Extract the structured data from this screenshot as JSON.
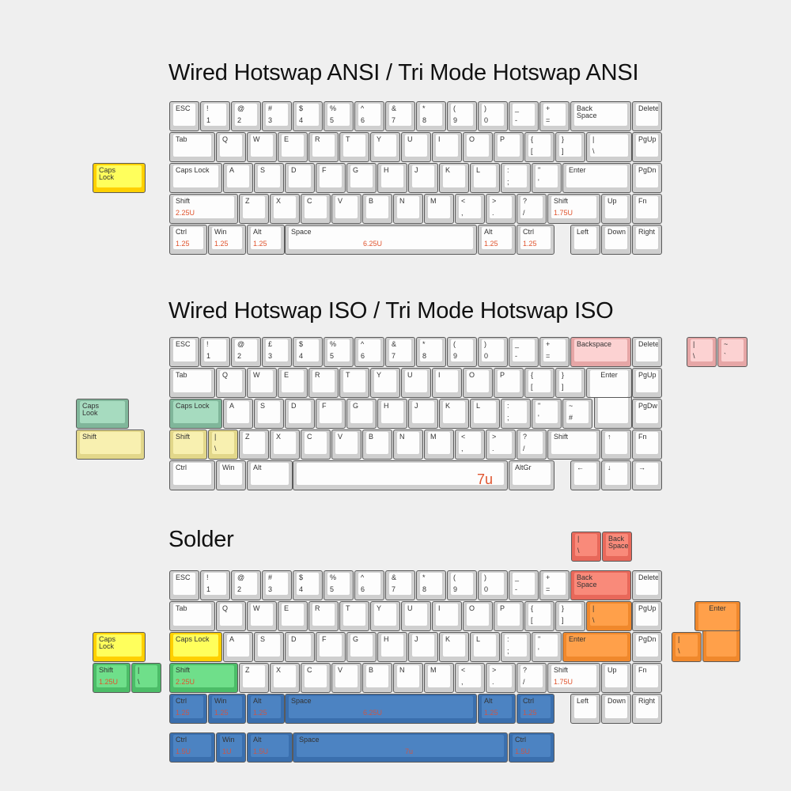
{
  "colors": {
    "white": [
      "#cfcfcf",
      "#fdfdfd"
    ],
    "yellow": [
      "#ffd000",
      "#ffff5c"
    ],
    "mint": [
      "#80b69a",
      "#a6dbbf"
    ],
    "paleyellow": [
      "#e2d78a",
      "#f8f0b0"
    ],
    "pink": [
      "#e6a6a6",
      "#fcd2d2"
    ],
    "salmon": [
      "#e8685a",
      "#f98a7a"
    ],
    "orange": [
      "#f0882c",
      "#ffa04a"
    ],
    "green": [
      "#4cbd68",
      "#6fdf8a"
    ],
    "blue": [
      "#3a6fae",
      "#4c83c2"
    ],
    "size_label": "#e0552f"
  },
  "keyboards": [
    {
      "title": "Wired Hotswap ANSI / Tri Mode Hotswap ANSI",
      "rows": [
        {
          "keys": [
            {
              "t": "ESC"
            },
            {
              "t": "!",
              "b": "1"
            },
            {
              "t": "@",
              "b": "2"
            },
            {
              "t": "#",
              "b": "3"
            },
            {
              "t": "$",
              "b": "4"
            },
            {
              "t": "%",
              "b": "5"
            },
            {
              "t": "^",
              "b": "6"
            },
            {
              "t": "&",
              "b": "7"
            },
            {
              "t": "*",
              "b": "8"
            },
            {
              "t": "(",
              "b": "9"
            },
            {
              "t": ")",
              "b": "0"
            },
            {
              "t": "_",
              "b": "-"
            },
            {
              "t": "+",
              "b": "="
            },
            {
              "t": "Back\nSpace",
              "u": 2
            },
            {
              "t": "Delete"
            }
          ]
        },
        {
          "keys": [
            {
              "t": "Tab",
              "u": 1.5
            },
            {
              "t": "Q"
            },
            {
              "t": "W"
            },
            {
              "t": "E"
            },
            {
              "t": "R"
            },
            {
              "t": "T"
            },
            {
              "t": "Y"
            },
            {
              "t": "U"
            },
            {
              "t": "I"
            },
            {
              "t": "O"
            },
            {
              "t": "P"
            },
            {
              "t": "{",
              "b": "["
            },
            {
              "t": "}",
              "b": "]"
            },
            {
              "t": "|",
              "b": "\\",
              "u": 1.5
            },
            {
              "t": "PgUp"
            }
          ]
        },
        {
          "keys": [
            {
              "t": "Caps Lock",
              "u": 1.75
            },
            {
              "t": "A"
            },
            {
              "t": "S"
            },
            {
              "t": "D"
            },
            {
              "t": "F"
            },
            {
              "t": "G"
            },
            {
              "t": "H"
            },
            {
              "t": "J"
            },
            {
              "t": "K"
            },
            {
              "t": "L"
            },
            {
              "t": ":",
              "b": ";"
            },
            {
              "t": "\"",
              "b": "'"
            },
            {
              "t": "Enter",
              "u": 2.25
            },
            {
              "t": "PgDn"
            }
          ]
        },
        {
          "keys": [
            {
              "t": "Shift",
              "s": "2.25U",
              "u": 2.25
            },
            {
              "t": "Z"
            },
            {
              "t": "X"
            },
            {
              "t": "C"
            },
            {
              "t": "V"
            },
            {
              "t": "B"
            },
            {
              "t": "N"
            },
            {
              "t": "M"
            },
            {
              "t": "<",
              "b": ","
            },
            {
              "t": ">",
              "b": "."
            },
            {
              "t": "?",
              "b": "/"
            },
            {
              "t": "Shift",
              "s": "1.75U",
              "u": 1.75
            },
            {
              "t": "Up"
            },
            {
              "t": "Fn"
            }
          ]
        },
        {
          "keys": [
            {
              "t": "Ctrl",
              "s": "1.25",
              "u": 1.25
            },
            {
              "t": "Win",
              "s": "1.25",
              "u": 1.25
            },
            {
              "t": "Alt",
              "s": "1.25",
              "u": 1.25
            },
            {
              "t": "Space",
              "s": "6.25U",
              "u": 6.25,
              "center": true
            },
            {
              "t": "Alt",
              "s": "1.25",
              "u": 1.25
            },
            {
              "t": "Ctrl",
              "s": "1.25",
              "u": 1.25
            },
            {
              "gap": 0.5
            },
            {
              "t": "Left"
            },
            {
              "t": "Down"
            },
            {
              "t": "Right"
            }
          ]
        }
      ],
      "extras": [
        {
          "t": "Caps\nLock",
          "u": 1.75,
          "c": "yellow"
        }
      ]
    },
    {
      "title": "Wired Hotswap ISO / Tri Mode Hotswap ISO",
      "rows": [
        {
          "keys": [
            {
              "t": "ESC"
            },
            {
              "t": "!",
              "b": "1"
            },
            {
              "t": "@",
              "b": "2"
            },
            {
              "t": "£",
              "b": "3"
            },
            {
              "t": "$",
              "b": "4"
            },
            {
              "t": "%",
              "b": "5"
            },
            {
              "t": "^",
              "b": "6"
            },
            {
              "t": "&",
              "b": "7"
            },
            {
              "t": "*",
              "b": "8"
            },
            {
              "t": "(",
              "b": "9"
            },
            {
              "t": ")",
              "b": "0"
            },
            {
              "t": "_",
              "b": "-"
            },
            {
              "t": "+",
              "b": "="
            },
            {
              "t": "Backspace",
              "u": 2,
              "c": "pink"
            },
            {
              "t": "Delete"
            }
          ]
        },
        {
          "keys": [
            {
              "t": "Tab",
              "u": 1.5
            },
            {
              "t": "Q"
            },
            {
              "t": "W"
            },
            {
              "t": "E"
            },
            {
              "t": "R"
            },
            {
              "t": "T"
            },
            {
              "t": "Y"
            },
            {
              "t": "U"
            },
            {
              "t": "I"
            },
            {
              "t": "O"
            },
            {
              "t": "P"
            },
            {
              "t": "{",
              "b": "["
            },
            {
              "t": "}",
              "b": "]"
            },
            {
              "t": "Enter",
              "u": 1.5,
              "iso": true
            },
            {
              "t": "PgUp"
            }
          ]
        },
        {
          "keys": [
            {
              "t": "Caps Lock",
              "u": 1.75,
              "c": "mint"
            },
            {
              "t": "A"
            },
            {
              "t": "S"
            },
            {
              "t": "D"
            },
            {
              "t": "F"
            },
            {
              "t": "G"
            },
            {
              "t": "H"
            },
            {
              "t": "J"
            },
            {
              "t": "K"
            },
            {
              "t": "L"
            },
            {
              "t": ":",
              "b": ";"
            },
            {
              "t": "\"",
              "b": "'"
            },
            {
              "t": "~",
              "b": "#"
            },
            {
              "gap": 1.25
            },
            {
              "t": "PgDw"
            }
          ]
        },
        {
          "keys": [
            {
              "t": "Shift",
              "u": 1.25,
              "c": "paleyellow"
            },
            {
              "t": "|",
              "b": "\\",
              "c": "paleyellow"
            },
            {
              "t": "Z"
            },
            {
              "t": "X"
            },
            {
              "t": "C"
            },
            {
              "t": "V"
            },
            {
              "t": "B"
            },
            {
              "t": "N"
            },
            {
              "t": "M"
            },
            {
              "t": "<",
              "b": ","
            },
            {
              "t": ">",
              "b": "."
            },
            {
              "t": "?",
              "b": "/"
            },
            {
              "t": "Shift",
              "u": 1.75
            },
            {
              "t": "↑"
            },
            {
              "t": "Fn"
            }
          ]
        },
        {
          "keys": [
            {
              "t": "Ctrl",
              "u": 1.5
            },
            {
              "t": "Win"
            },
            {
              "t": "Alt",
              "u": 1.5
            },
            {
              "t": "",
              "s": "7u",
              "u": 7,
              "big": true
            },
            {
              "t": "AltGr",
              "u": 1.5
            },
            {
              "gap": 0.5
            },
            {
              "t": "←"
            },
            {
              "t": "↓"
            },
            {
              "t": "→"
            }
          ]
        }
      ],
      "extras": [
        {
          "t": "Caps\nLook",
          "u": 1.75,
          "c": "mint"
        },
        {
          "t": "Shift",
          "u": 2.25,
          "c": "paleyellow"
        },
        {
          "t": "|",
          "b": "\\",
          "c": "pink"
        },
        {
          "t": "~",
          "b": "`",
          "c": "pink"
        }
      ]
    },
    {
      "title": "Solder",
      "rows": [
        {
          "keys": [
            {
              "t": "ESC"
            },
            {
              "t": "!",
              "b": "1"
            },
            {
              "t": "@",
              "b": "2"
            },
            {
              "t": "#",
              "b": "3"
            },
            {
              "t": "$",
              "b": "4"
            },
            {
              "t": "%",
              "b": "5"
            },
            {
              "t": "^",
              "b": "6"
            },
            {
              "t": "&",
              "b": "7"
            },
            {
              "t": "*",
              "b": "8"
            },
            {
              "t": "(",
              "b": "9"
            },
            {
              "t": ")",
              "b": "0"
            },
            {
              "t": "_",
              "b": "-"
            },
            {
              "t": "+",
              "b": "="
            },
            {
              "t": "Back\nSpace",
              "u": 2,
              "c": "salmon"
            },
            {
              "t": "Delete"
            }
          ]
        },
        {
          "keys": [
            {
              "t": "Tab",
              "u": 1.5
            },
            {
              "t": "Q"
            },
            {
              "t": "W"
            },
            {
              "t": "E"
            },
            {
              "t": "R"
            },
            {
              "t": "T"
            },
            {
              "t": "Y"
            },
            {
              "t": "U"
            },
            {
              "t": "I"
            },
            {
              "t": "O"
            },
            {
              "t": "P"
            },
            {
              "t": "{",
              "b": "["
            },
            {
              "t": "}",
              "b": "]"
            },
            {
              "t": "|",
              "b": "\\",
              "u": 1.5,
              "c": "orange"
            },
            {
              "t": "PgUp"
            }
          ]
        },
        {
          "keys": [
            {
              "t": "Caps Lock",
              "u": 1.75,
              "c": "yellow"
            },
            {
              "t": "A"
            },
            {
              "t": "S"
            },
            {
              "t": "D"
            },
            {
              "t": "F"
            },
            {
              "t": "G"
            },
            {
              "t": "H"
            },
            {
              "t": "J"
            },
            {
              "t": "K"
            },
            {
              "t": "L"
            },
            {
              "t": ":",
              "b": ";"
            },
            {
              "t": "\"",
              "b": "'"
            },
            {
              "t": "Enter",
              "u": 2.25,
              "c": "orange"
            },
            {
              "t": "PgDn"
            }
          ]
        },
        {
          "keys": [
            {
              "t": "Shift",
              "s": "2.25U",
              "u": 2.25,
              "c": "green"
            },
            {
              "t": "Z"
            },
            {
              "t": "X"
            },
            {
              "t": "C"
            },
            {
              "t": "V"
            },
            {
              "t": "B"
            },
            {
              "t": "N"
            },
            {
              "t": "M"
            },
            {
              "t": "<",
              "b": ","
            },
            {
              "t": ">",
              "b": "."
            },
            {
              "t": "?",
              "b": "/"
            },
            {
              "t": "Shift",
              "s": "1.75U",
              "u": 1.75
            },
            {
              "t": "Up"
            },
            {
              "t": "Fn"
            }
          ]
        },
        {
          "keys": [
            {
              "t": "Ctrl",
              "s": "1.25",
              "u": 1.25,
              "c": "blue"
            },
            {
              "t": "Win",
              "s": "1.25",
              "u": 1.25,
              "c": "blue"
            },
            {
              "t": "Alt",
              "s": "1.25",
              "u": 1.25,
              "c": "blue"
            },
            {
              "t": "Space",
              "s": "6.25U",
              "u": 6.25,
              "c": "blue",
              "center": true
            },
            {
              "t": "Alt",
              "s": "1.25",
              "u": 1.25,
              "c": "blue"
            },
            {
              "t": "Ctrl",
              "s": "1.25",
              "u": 1.25,
              "c": "blue"
            },
            {
              "gap": 0.5
            },
            {
              "t": "Left"
            },
            {
              "t": "Down"
            },
            {
              "t": "Right"
            }
          ]
        },
        {
          "keys": [
            {
              "t": "Ctrl",
              "s": "1.5U",
              "u": 1.5,
              "c": "blue"
            },
            {
              "t": "Win",
              "s": "1U",
              "c": "blue"
            },
            {
              "t": "Alt",
              "s": "1.5U",
              "u": 1.5,
              "c": "blue"
            },
            {
              "t": "Space",
              "s": "7u",
              "u": 7,
              "c": "blue",
              "center": true
            },
            {
              "t": "Ctrl",
              "s": "1.5U",
              "u": 1.5,
              "c": "blue"
            }
          ]
        }
      ],
      "extras": [
        {
          "t": "|",
          "b": "\\",
          "c": "salmon"
        },
        {
          "t": "Back\nSpace",
          "c": "salmon"
        },
        {
          "t": "Caps\nLock",
          "u": 1.75,
          "c": "yellow"
        },
        {
          "t": "Shift",
          "s": "1.25U",
          "u": 1.25,
          "c": "green"
        },
        {
          "t": "|",
          "b": "\\",
          "c": "green"
        },
        {
          "t": "|",
          "b": "\\",
          "c": "orange"
        },
        {
          "t": "Enter",
          "u": 1.5,
          "c": "orange",
          "iso": true
        }
      ]
    }
  ]
}
